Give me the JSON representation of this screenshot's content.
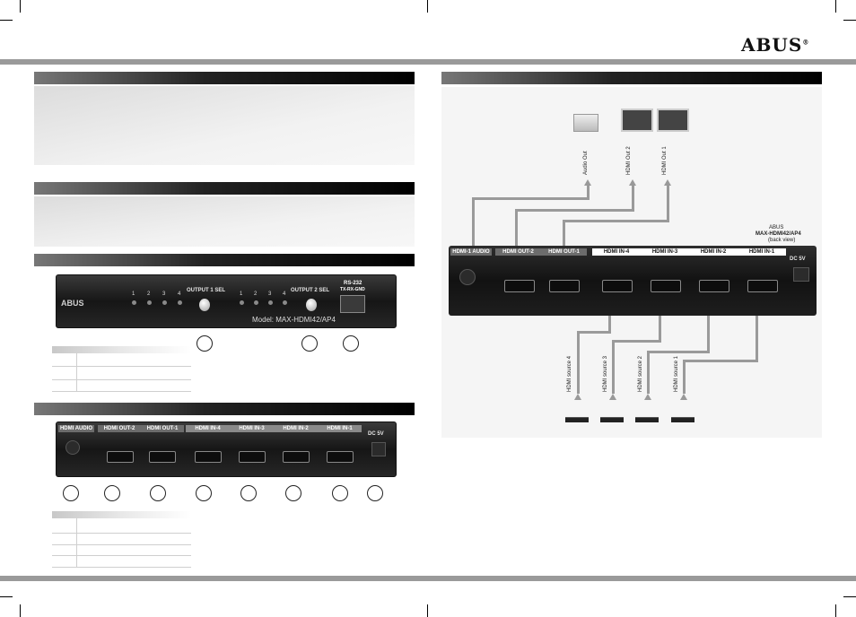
{
  "brand": {
    "logo_text": "ABUS",
    "registered": "®"
  },
  "front_panel": {
    "output1_label": "OUTPUT 1 SEL",
    "output2_label": "OUTPUT 2 SEL",
    "led_numbers": [
      "1",
      "2",
      "3",
      "4"
    ],
    "rs232_label": "RS-232",
    "rs232_pins": "TX-RX-GND",
    "model": "Model: MAX-HDMI42/AP4",
    "logo": "ABUS"
  },
  "back_panel_small": {
    "labels": [
      "HDMI AUDIO",
      "HDMI OUT-2",
      "HDMI OUT-1",
      "HDMI IN-4",
      "HDMI IN-3",
      "HDMI IN-2",
      "HDMI IN-1"
    ],
    "dc": "DC 5V"
  },
  "diagram": {
    "device_name": "ABUS",
    "device_model": "MAX-HDMI42/AP4",
    "device_view": "(back view)",
    "labels": [
      "HDMI-1 AUDIO",
      "HDMI OUT-2",
      "HDMI OUT-1",
      "HDMI IN-4",
      "HDMI IN-3",
      "HDMI IN-2",
      "HDMI IN-1"
    ],
    "dc": "DC 5V",
    "outputs": [
      "Audio Out",
      "HDMI Out 2",
      "HDMI Out 1"
    ],
    "sources": [
      "HDMI source 4",
      "HDMI source 3",
      "HDMI source 2",
      "HDMI source 1"
    ]
  }
}
